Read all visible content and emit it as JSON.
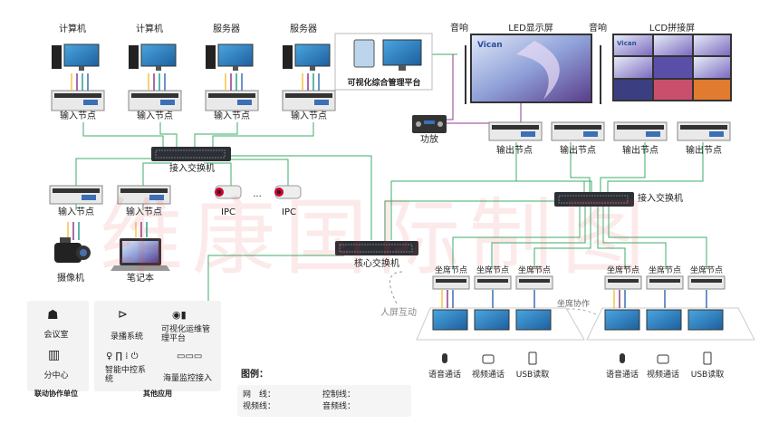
{
  "watermark": "维康国际制图",
  "labels": {
    "computer": "计算机",
    "server": "服务器",
    "input_node": "输入节点",
    "output_node": "输出节点",
    "seat_node": "坐席节点",
    "access_switch": "接入交换机",
    "core_switch": "核心交换机",
    "ipc": "IPC",
    "ellipsis": "...",
    "camera": "摄像机",
    "laptop": "笔记本",
    "viz_platform": "可视化综合管理平台",
    "speaker": "音响",
    "amp": "功放",
    "led_screen": "LED显示屏",
    "lcd_wall": "LCD拼接屏",
    "screen_logo": "Vican",
    "person_screen_interaction": "人屏互动",
    "seat_collab": "坐席协作",
    "voice_call": "语音通话",
    "video_call": "视频通话",
    "usb_read": "USB读取"
  },
  "left_panel": {
    "title": "联动协作单位",
    "items": [
      "会议室",
      "分中心"
    ]
  },
  "apps_panel": {
    "title": "其他应用",
    "items": [
      "录播系统",
      "可视化运维管理平台",
      "智能中控系统",
      "海量监控接入"
    ]
  },
  "legend": {
    "title": "图例：",
    "items": [
      {
        "label": "网　线：",
        "color": "#3dae6a"
      },
      {
        "label": "视频线：",
        "color": "#2a9d8f"
      },
      {
        "label": "控制线：",
        "color": "#f5c242"
      },
      {
        "label": "音频线：",
        "color": "#8e3b8f"
      }
    ]
  }
}
